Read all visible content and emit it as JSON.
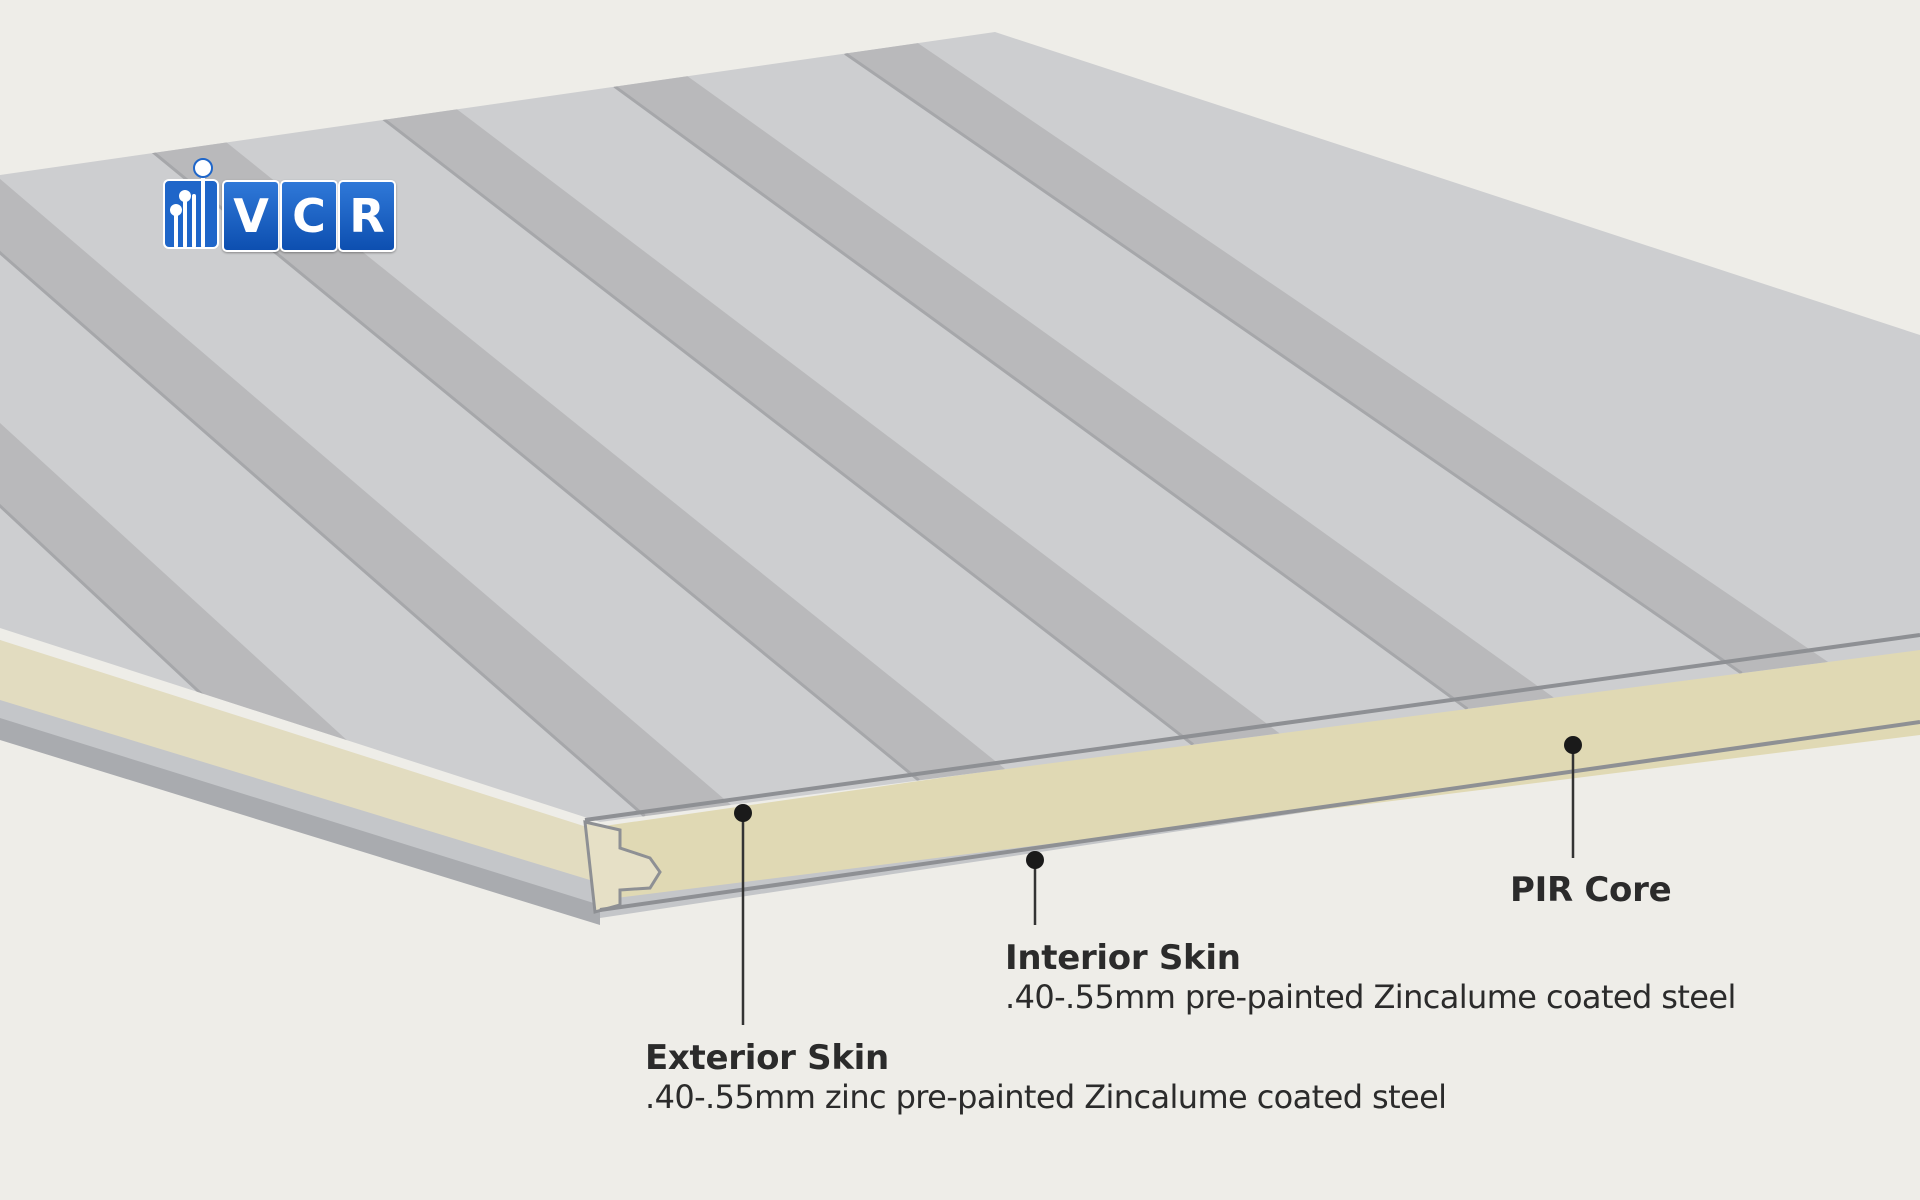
{
  "logo": {
    "letters": [
      "V",
      "C",
      "R"
    ],
    "icon": "circuit-tree-icon",
    "colors": {
      "box": "#1f66c9",
      "stroke": "#ffffff"
    }
  },
  "diagram": {
    "subject": "insulated sandwich roof panel cross-section",
    "colors": {
      "background": "#eeede8",
      "steel_light": "#cdced0",
      "steel_dark": "#b9b9bb",
      "core": "#e0d9b4"
    },
    "labels": {
      "pir_core": {
        "title": "PIR Core"
      },
      "interior_skin": {
        "title": "Interior Skin",
        "description": ".40-.55mm pre-painted Zincalume coated steel"
      },
      "exterior_skin": {
        "title": "Exterior Skin",
        "description": ".40-.55mm zinc pre-painted Zincalume coated steel"
      }
    }
  }
}
